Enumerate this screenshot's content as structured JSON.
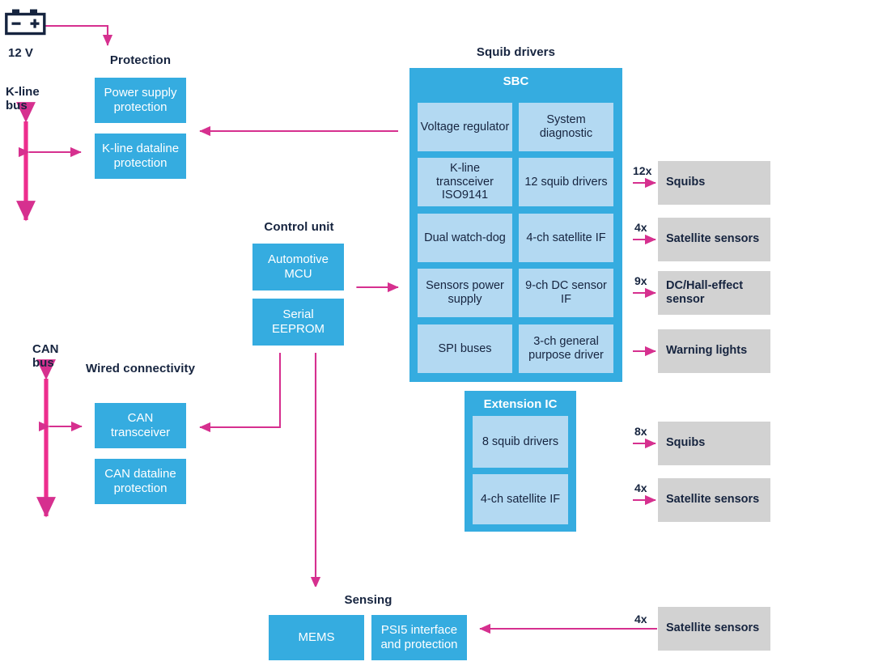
{
  "colors": {
    "blue": "#35ace0",
    "light_blue_cell": "#b3d9f2",
    "gray": "#d2d2d2",
    "magenta": "#d6308f",
    "navy_text": "#16243f",
    "outline": "#4e5d6b"
  },
  "power": {
    "battery_icon": "battery-icon",
    "battery_minus": "–",
    "battery_plus": "+",
    "voltage_label": "12 V"
  },
  "buses": {
    "kline": "K-line\nbus",
    "can": "CAN\nbus"
  },
  "blocks": {
    "protection": {
      "title": "Protection",
      "items": [
        "Power supply protection",
        "K-line dataline protection"
      ]
    },
    "control_unit": {
      "title": "Control unit",
      "items": [
        "Automotive MCU",
        "Serial EEPROM"
      ]
    },
    "wired_connectivity": {
      "title": "Wired connectivity",
      "items": [
        "CAN transceiver",
        "CAN dataline protection"
      ]
    },
    "sensing": {
      "title": "Sensing",
      "items": [
        "MEMS",
        "PSI5 interface and protection"
      ]
    },
    "squib_drivers": {
      "title": "Squib drivers",
      "sbc": {
        "title": "SBC",
        "cells": [
          "Voltage regulator",
          "System diagnostic",
          "K-line transceiver ISO9141",
          "12 squib drivers",
          "Dual watch-dog",
          "4-ch satellite IF",
          "Sensors power supply",
          "9-ch DC sensor IF",
          "SPI buses",
          "3-ch general purpose driver"
        ]
      },
      "extension_ic": {
        "title": "Extension IC",
        "cells": [
          "8 squib drivers",
          "4-ch satellite IF"
        ]
      }
    }
  },
  "outputs": [
    {
      "multiplier": "12x",
      "label": "Squibs"
    },
    {
      "multiplier": "4x",
      "label": "Satellite sensors"
    },
    {
      "multiplier": "9x",
      "label": "DC/Hall-effect sensor"
    },
    {
      "multiplier": "",
      "label": "Warning lights"
    },
    {
      "multiplier": "8x",
      "label": "Squibs"
    },
    {
      "multiplier": "4x",
      "label": "Satellite sensors"
    }
  ],
  "bottom_output": {
    "multiplier": "4x",
    "label": "Satellite sensors"
  }
}
